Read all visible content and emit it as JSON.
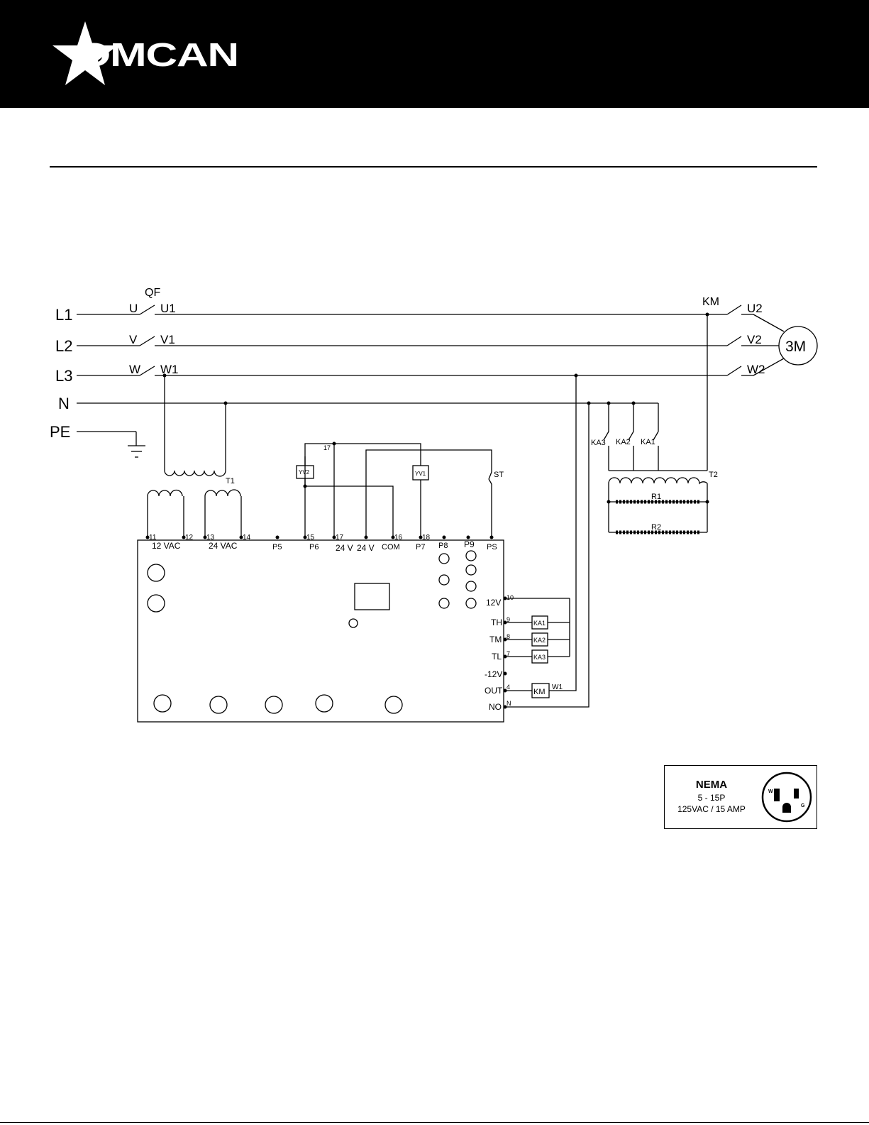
{
  "header": {
    "brand": "OMCAN"
  },
  "diagram": {
    "lines": [
      "L1",
      "L2",
      "L3",
      "N",
      "PE"
    ],
    "breaker": {
      "label": "QF",
      "in": [
        "U",
        "V",
        "W"
      ],
      "out": [
        "U1",
        "V1",
        "W1"
      ]
    },
    "contactor": {
      "label": "KM",
      "out": [
        "U2",
        "V2",
        "W2"
      ]
    },
    "motor": "3M",
    "transformers": [
      "T1",
      "T2"
    ],
    "relays_top": [
      "KA3",
      "KA2",
      "KA1"
    ],
    "resistors": [
      "R1",
      "R2"
    ],
    "valves": [
      "YV2",
      "YV1"
    ],
    "switch": "ST",
    "wire_17": "17",
    "board_terminals": {
      "numbers": [
        "11",
        "12",
        "13",
        "14",
        "15",
        "17",
        "16",
        "18"
      ],
      "labels": [
        "12 VAC",
        "24 VAC",
        "P5",
        "P6",
        "24 V",
        "24 V",
        "COM",
        "P7",
        "P8",
        "P9",
        "PS"
      ]
    },
    "board_right": {
      "labels": [
        "12V",
        "TH",
        "TM",
        "TL",
        "-12V",
        "OUT",
        "NO"
      ],
      "numbers": [
        "10",
        "9",
        "8",
        "7",
        "4",
        "N"
      ]
    },
    "coils": [
      "KA1",
      "KA2",
      "KA3",
      "KM"
    ],
    "out_wire": "W1"
  },
  "nema": {
    "title": "NEMA",
    "type": "5 - 15P",
    "rating": "125VAC / 15 AMP",
    "pins": [
      "W",
      "G"
    ]
  }
}
